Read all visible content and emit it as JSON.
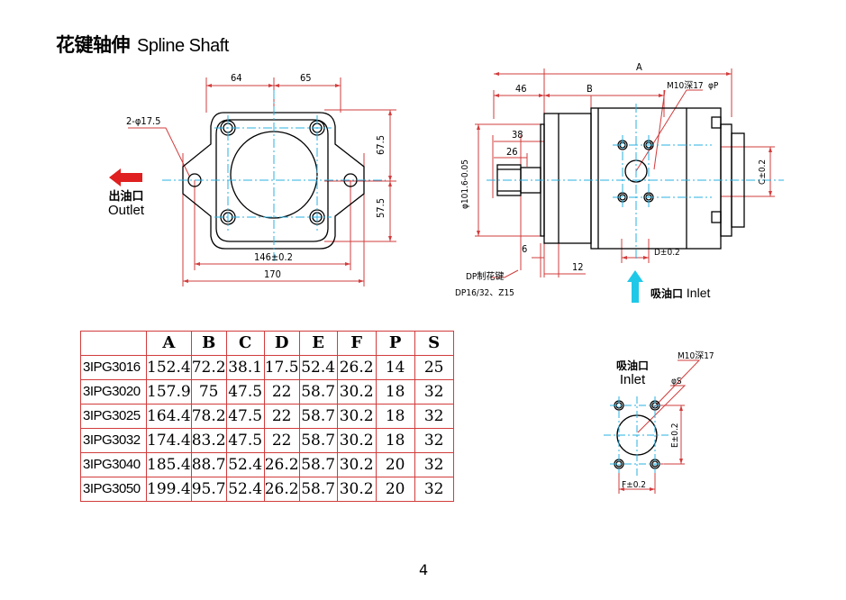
{
  "title": {
    "cn": "花键轴伸",
    "en": "Spline Shaft"
  },
  "front_view": {
    "dim_top_left": "64",
    "dim_top_right": "65",
    "dim_hole": "2-φ17.5",
    "dim_right_upper": "67.5",
    "dim_right_lower": "57.5",
    "dim_bottom_inner": "146±0.2",
    "dim_bottom_outer": "170",
    "outlet_cn": "出油口",
    "outlet_en": "Outlet"
  },
  "side_view": {
    "dim_A": "A",
    "dim_46": "46",
    "dim_B": "B",
    "dim_thread": "M10深17",
    "dim_P": "φP",
    "dim_38": "38",
    "dim_26": "26",
    "dim_pilot": "φ101.6-0.05",
    "dim_C": "C±0.2",
    "dim_6": "6",
    "dim_12": "12",
    "dim_D": "D±0.2",
    "spline_cn": "DP制花键",
    "spline_spec": "DP16/32、Z15",
    "inlet_cn": "吸油口",
    "inlet_en": "Inlet"
  },
  "port_view": {
    "inlet_cn": "吸油口",
    "inlet_en": "Inlet",
    "dim_thread": "M10深17",
    "dim_S": "φS",
    "dim_E": "E±0.2",
    "dim_F": "F±0.2"
  },
  "table": {
    "headers": [
      "",
      "A",
      "B",
      "C",
      "D",
      "E",
      "F",
      "P",
      "S"
    ],
    "rows": [
      [
        "3IPG3016",
        "152.4",
        "72.2",
        "38.1",
        "17.5",
        "52.4",
        "26.2",
        "14",
        "25"
      ],
      [
        "3IPG3020",
        "157.9",
        "75",
        "47.5",
        "22",
        "58.7",
        "30.2",
        "18",
        "32"
      ],
      [
        "3IPG3025",
        "164.4",
        "78.2",
        "47.5",
        "22",
        "58.7",
        "30.2",
        "18",
        "32"
      ],
      [
        "3IPG3032",
        "174.4",
        "83.2",
        "47.5",
        "22",
        "58.7",
        "30.2",
        "18",
        "32"
      ],
      [
        "3IPG3040",
        "185.4",
        "88.7",
        "52.4",
        "26.2",
        "58.7",
        "30.2",
        "20",
        "32"
      ],
      [
        "3IPG3050",
        "199.4",
        "95.7",
        "52.4",
        "26.2",
        "58.7",
        "30.2",
        "20",
        "32"
      ]
    ]
  },
  "page_number": "4",
  "colors": {
    "dimension": "#d23c3c",
    "centerline": "#2ab0e0",
    "outline": "#000000",
    "arrow_red": "#e02020",
    "arrow_cyan": "#20c8e8"
  }
}
